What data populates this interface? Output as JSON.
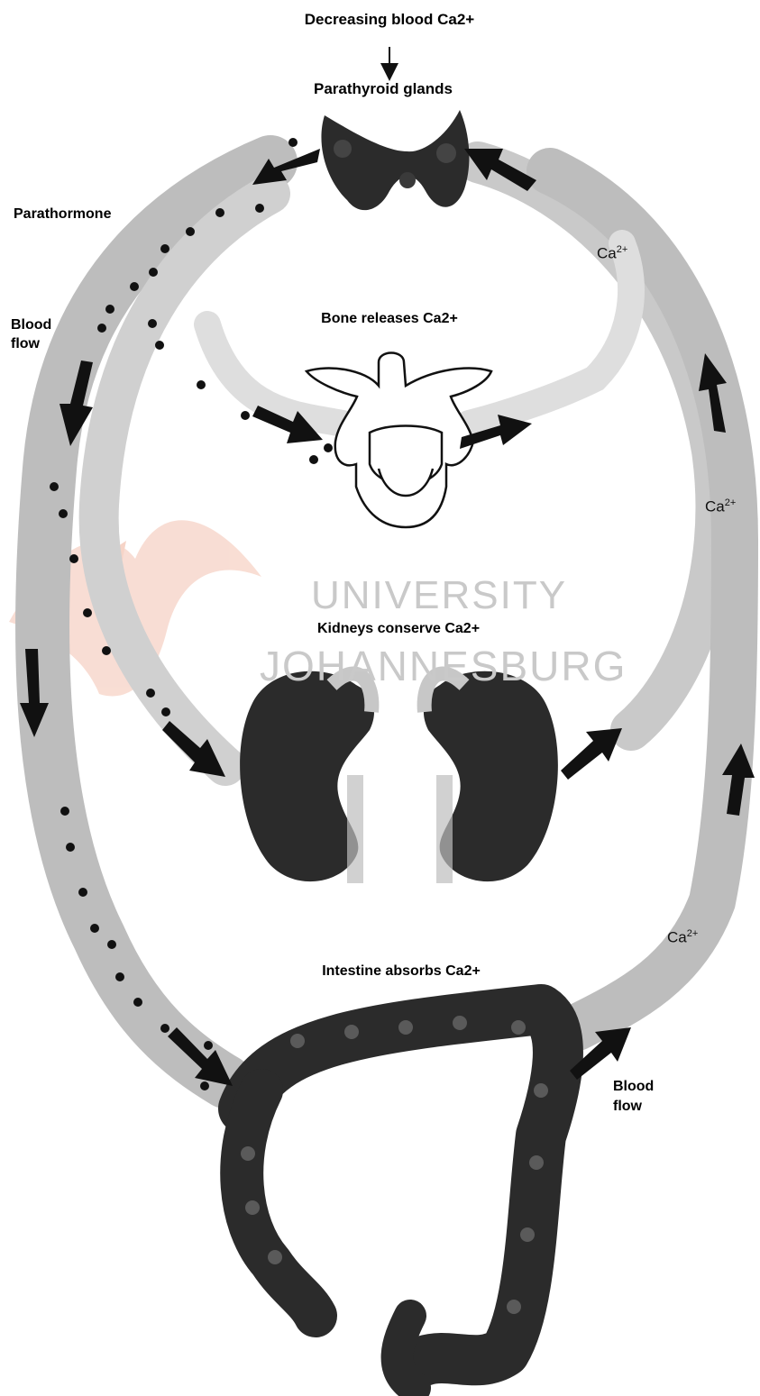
{
  "labels": {
    "top_trigger": "Decreasing blood Ca2+",
    "parathyroid": "Parathyroid glands",
    "hormone": "Parathormone",
    "blood_flow_left_1": "Blood",
    "blood_flow_left_2": "flow",
    "bone": "Bone releases Ca2+",
    "kidneys": "Kidneys conserve Ca2+",
    "intestine": "Intestine absorbs Ca2+",
    "blood_flow_right_1": "Blood",
    "blood_flow_right_2": "flow"
  },
  "ion_labels": {
    "base": "Ca",
    "charge": "2+"
  },
  "watermark": {
    "line1": "UNIVERSITY",
    "line2": "JOHANNESBURG"
  },
  "colors": {
    "arrow": "#111111",
    "organ_dark": "#2b2b2b",
    "blood_band": "#bdbdbd",
    "watermark_logo": "#f2b8a4"
  }
}
